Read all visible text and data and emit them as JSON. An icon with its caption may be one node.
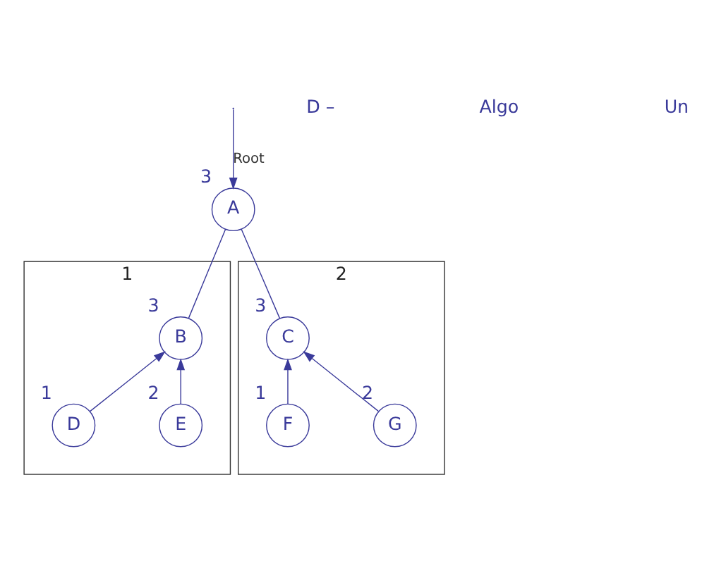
{
  "diagram": {
    "nodes": [
      {
        "text": [
          "A"
        ],
        "beside": [
          "3"
        ]
      },
      {
        "text": [
          "1"
        ]
      },
      {
        "text": [
          "B"
        ],
        "in": 1,
        "beside": [
          "3"
        ]
      },
      {
        "text": [
          "D"
        ],
        "in": 1,
        "beside": [
          "1"
        ]
      },
      {
        "text": [
          "E"
        ],
        "in": 1,
        "beside": [
          "2"
        ]
      },
      {
        "text": [
          "2"
        ]
      },
      {
        "text": [
          "C"
        ],
        "in": 5,
        "beside": [
          "3"
        ]
      },
      {
        "text": [
          "F"
        ],
        "in": 5,
        "beside": [
          "1"
        ]
      },
      {
        "text": [
          "G"
        ],
        "in": 5,
        "beside": [
          "2"
        ]
      }
    ],
    "edges": [
      {
        "from": null,
        "to": 0,
        "arrow": "to",
        "label": "Root"
      },
      {
        "from": 0,
        "to": 2,
        "arrow": "none"
      },
      {
        "from": 0,
        "to": 6,
        "arrow": "none"
      },
      {
        "from": 3,
        "to": 2,
        "arrow": "to"
      },
      {
        "from": 4,
        "to": 2,
        "arrow": "to"
      },
      {
        "from": 7,
        "to": 6,
        "arrow": "to"
      },
      {
        "from": 8,
        "to": 6,
        "arrow": "to"
      }
    ],
    "labels": [
      "D –",
      "Algo",
      "Un"
    ]
  }
}
